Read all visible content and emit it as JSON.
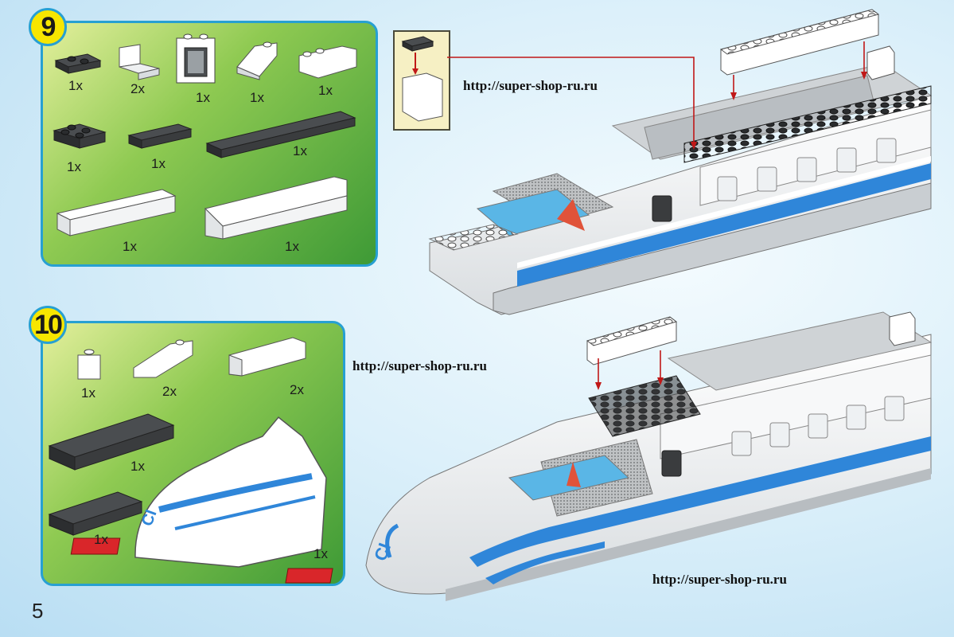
{
  "page": {
    "number": "5"
  },
  "watermark": {
    "url": "http://super-shop-ru.ru"
  },
  "step9": {
    "number": "9",
    "parts": [
      {
        "name": "dark-plate-1x2",
        "qty": "1x"
      },
      {
        "name": "white-bracket",
        "qty": "2x"
      },
      {
        "name": "window-frame",
        "qty": "1x"
      },
      {
        "name": "white-slope-small",
        "qty": "1x"
      },
      {
        "name": "white-slope-wedge",
        "qty": "1x"
      },
      {
        "name": "dark-plate-2x2",
        "qty": "1x"
      },
      {
        "name": "dark-plate-1x4",
        "qty": "1x"
      },
      {
        "name": "dark-plate-1x10",
        "qty": "1x"
      },
      {
        "name": "white-brick-1x6",
        "qty": "1x"
      },
      {
        "name": "white-slope-1x8",
        "qty": "1x"
      }
    ]
  },
  "step10": {
    "number": "10",
    "parts": [
      {
        "name": "white-brick-1x1",
        "qty": "1x"
      },
      {
        "name": "white-slope-small",
        "qty": "2x"
      },
      {
        "name": "white-slope-1x4",
        "qty": "2x"
      },
      {
        "name": "dark-plate-2x6",
        "qty": "1x"
      },
      {
        "name": "dark-plate-2x4",
        "qty": "1x"
      },
      {
        "name": "train-nose",
        "qty": "1x"
      }
    ]
  },
  "colors": {
    "panel_border": "#27a0d2",
    "badge_fill": "#f7e600",
    "stripe_blue": "#2f86d9",
    "dark_brick": "#3a3c3e",
    "white_brick": "#ffffff",
    "nose_light": "#d9262a"
  }
}
